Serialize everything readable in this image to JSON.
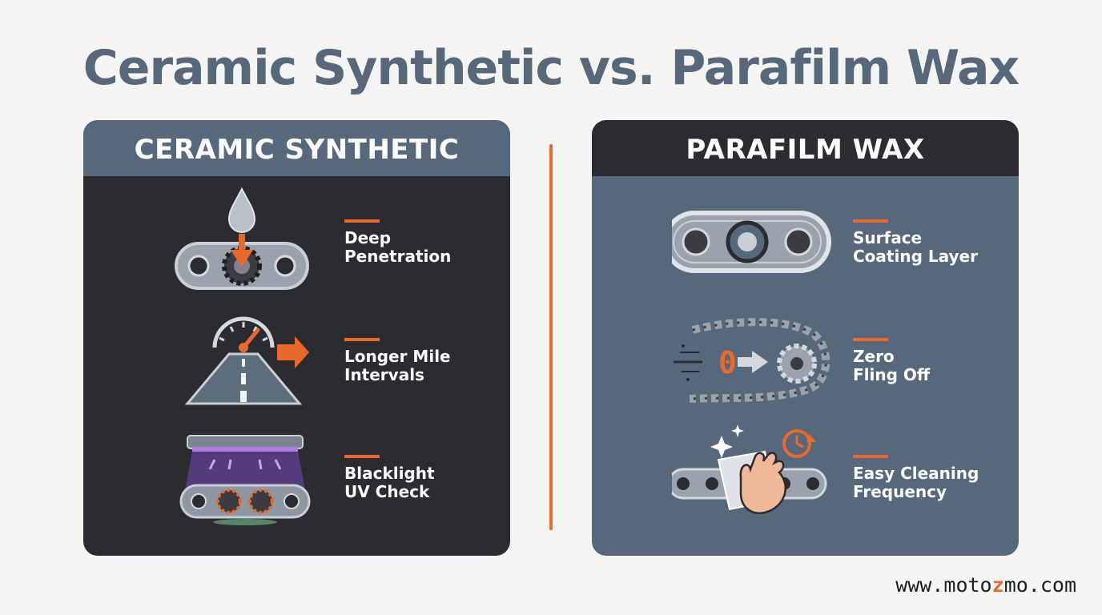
{
  "title": "Ceramic Synthetic vs. Parafilm Wax",
  "left_panel": {
    "header": "CERAMIC SYNTHETIC",
    "features": [
      {
        "line1": "Deep",
        "line2": "Penetration",
        "icon": "oil-drop-chain-icon"
      },
      {
        "line1": "Longer Mile",
        "line2": "Intervals",
        "icon": "speedometer-road-icon"
      },
      {
        "line1": "Blacklight",
        "line2": "UV Check",
        "icon": "uv-lamp-chain-icon"
      }
    ]
  },
  "right_panel": {
    "header": "PARAFILM WAX",
    "features": [
      {
        "line1": "Surface",
        "line2": "Coating Layer",
        "icon": "coated-chain-link-icon"
      },
      {
        "line1": "Zero",
        "line2": "Fling Off",
        "icon": "chain-sprocket-zero-icon",
        "icon_text": "0"
      },
      {
        "line1": "Easy Cleaning",
        "line2": "Frequency",
        "icon": "hand-wipe-chain-icon"
      }
    ]
  },
  "footer": {
    "pre": "www.moto",
    "highlight": "z",
    "post": "mo.com"
  },
  "colors": {
    "accent": "#e8692a",
    "slate": "#56697c",
    "charcoal": "#2a2c2f",
    "background": "#f4f4f2"
  }
}
